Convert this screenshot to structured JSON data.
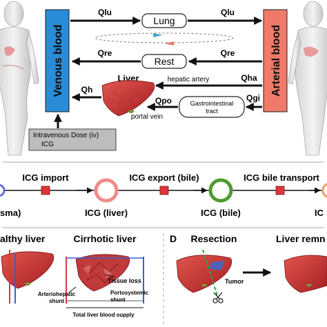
{
  "panel_a": {
    "venous": "Venous blood",
    "arterial": "Arterial blood",
    "lung": "Lung",
    "rest": "Rest",
    "liver": "Liver",
    "gi": [
      "Gastrointestinal",
      "tract"
    ],
    "hepatic_artery": "hepatic artery",
    "portal_vein": "portal vein",
    "flows": {
      "qlu_left": "Qlu",
      "qlu_right": "Qlu",
      "qre_left": "Qre",
      "qre_right": "Qre",
      "qha": "Qha",
      "qh": "Qh",
      "qpo": "Qpo",
      "qgi": "Qgi"
    },
    "dose": {
      "title": "Intravenous Dose (iv)",
      "drug": "ICG"
    },
    "colors": {
      "venous": "#2a8bd6",
      "arterial": "#f07a6a",
      "arrow": "#111111",
      "dose_box": "#bdbdbd"
    }
  },
  "panel_b": {
    "processes": [
      "ICG import",
      "ICG export (bile)",
      "ICG bile transport"
    ],
    "states": [
      "sma)",
      "ICG (liver)",
      "ICG (bile)",
      "IC"
    ],
    "colors": {
      "square": "#e0343a",
      "liver_ring": "#f08a8a",
      "bile_ring": "#4f9a2e",
      "plasma_ring": "#6a6ad8",
      "feces_ring": "#e8a060"
    }
  },
  "panel_c": {
    "healthy": "althy liver",
    "cirrhotic": "Cirrhotic liver",
    "tissue_loss": "Tissue loss",
    "arteriohepatic": [
      "Arteriohepatic",
      "shunt"
    ],
    "portosystemic": [
      "Portosystemic",
      "shunt"
    ],
    "total_supply": "Total liver blood supply"
  },
  "panel_d": {
    "letter": "D",
    "resection": "Resection",
    "remnant": "Liver remn",
    "tumor": "Tumor"
  }
}
